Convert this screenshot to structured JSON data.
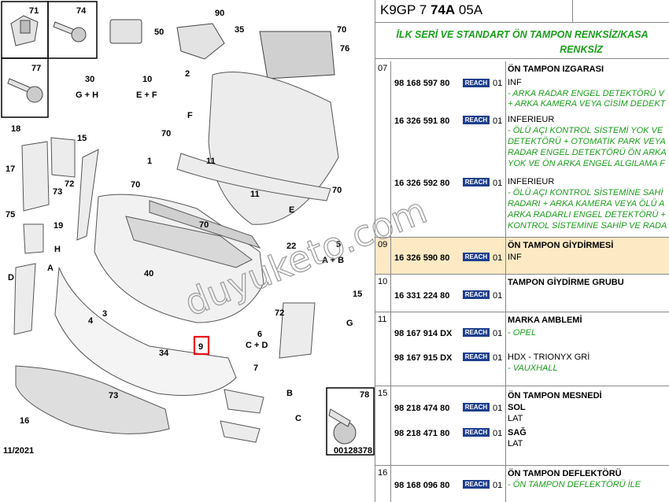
{
  "diagram": {
    "labels": [
      "71",
      "74",
      "77",
      "90",
      "50",
      "35",
      "70",
      "76",
      "30",
      "G + H",
      "10",
      "E + F",
      "2",
      "18",
      "15",
      "73",
      "72",
      "17",
      "75",
      "19",
      "H",
      "1",
      "F",
      "11",
      "70",
      "70",
      "E",
      "70",
      "40",
      "22",
      "5",
      "A + B",
      "D",
      "A",
      "4",
      "3",
      "34",
      "9",
      "6",
      "C + D",
      "7",
      "72",
      "15",
      "G",
      "73",
      "16",
      "B",
      "C",
      "78"
    ],
    "date": "11/2021",
    "ref": "00128378"
  },
  "table": {
    "header_prefix": "K9GP 7 ",
    "header_bold": "74A",
    "header_suffix": " 05A",
    "title_line1": "İLK SERİ VE STANDART ÖN TAMPON RENKSİZ/KASA",
    "title_line2": "RENKSİZ",
    "reach": "REACH",
    "rows": [
      {
        "pos": "07",
        "items": [
          {
            "pn": "98 168 597 80",
            "qty": "01",
            "name": "ÖN TAMPON IZGARASI",
            "sub": "INF",
            "notes": [
              "- ARKA RADAR ENGEL DETEKTÖRÜ V",
              "+ ARKA KAMERA VEYA CİSİM DEDEKT"
            ]
          },
          {
            "pn": "16 326 591 80",
            "qty": "01",
            "sub": "INFERIEUR",
            "notes": [
              "- ÖLÜ AÇI KONTROL SİSTEMİ YOK VE",
              "DETEKTÖRÜ + OTOMATİK PARK VEYA",
              "RADAR ENGEL DETEKTÖRÜ ÖN ARKA",
              "YOK VE ÖN ARKA ENGEL ALGILAMA F"
            ]
          },
          {
            "pn": "16 326 592 80",
            "qty": "01",
            "sub": "INFERIEUR",
            "notes": [
              "- ÖLÜ AÇI KONTROL SİSTEMİNE SAHİ",
              "RADARI + ARKA KAMERA VEYA ÖLÜ A",
              "ARKA RADARLI ENGEL DETEKTÖRÜ +",
              "KONTROL SİSTEMİNE SAHİP VE RADA"
            ]
          }
        ]
      },
      {
        "pos": "09",
        "items": [
          {
            "pn": "16 326 590 80",
            "qty": "01",
            "name": "ÖN TAMPON GİYDİRMESİ",
            "sub": "INF"
          }
        ]
      },
      {
        "pos": "10",
        "items": [
          {
            "pn": "16 331 224 80",
            "qty": "01",
            "name": "TAMPON GİYDİRME GRUBU"
          }
        ]
      },
      {
        "pos": "11",
        "items": [
          {
            "pn": "98 167 914 DX",
            "qty": "01",
            "name": "MARKA AMBLEMİ",
            "notes": [
              "- OPEL"
            ]
          },
          {
            "pn": "98 167 915 DX",
            "qty": "01",
            "sub": "HDX - TRIONYX GRİ",
            "notes": [
              "- VAUXHALL"
            ]
          }
        ]
      },
      {
        "pos": "15",
        "items": [
          {
            "pn": "98 218 474 80",
            "qty": "01",
            "name": "ÖN TAMPON MESNEDİ",
            "sub": "SOL",
            "sub2": "LAT"
          },
          {
            "pn": "98 218 471 80",
            "qty": "01",
            "sub": "SAĞ",
            "sub2": "LAT"
          }
        ]
      },
      {
        "pos": "16",
        "items": [
          {
            "pn": "98 168 096 80",
            "qty": "01",
            "name": "ÖN TAMPON DEFLEKTÖRÜ",
            "notes": [
              "- ÖN TAMPON DEFLEKTÖRÜ İLE"
            ]
          }
        ]
      }
    ]
  },
  "watermark": "duyuketo.com"
}
